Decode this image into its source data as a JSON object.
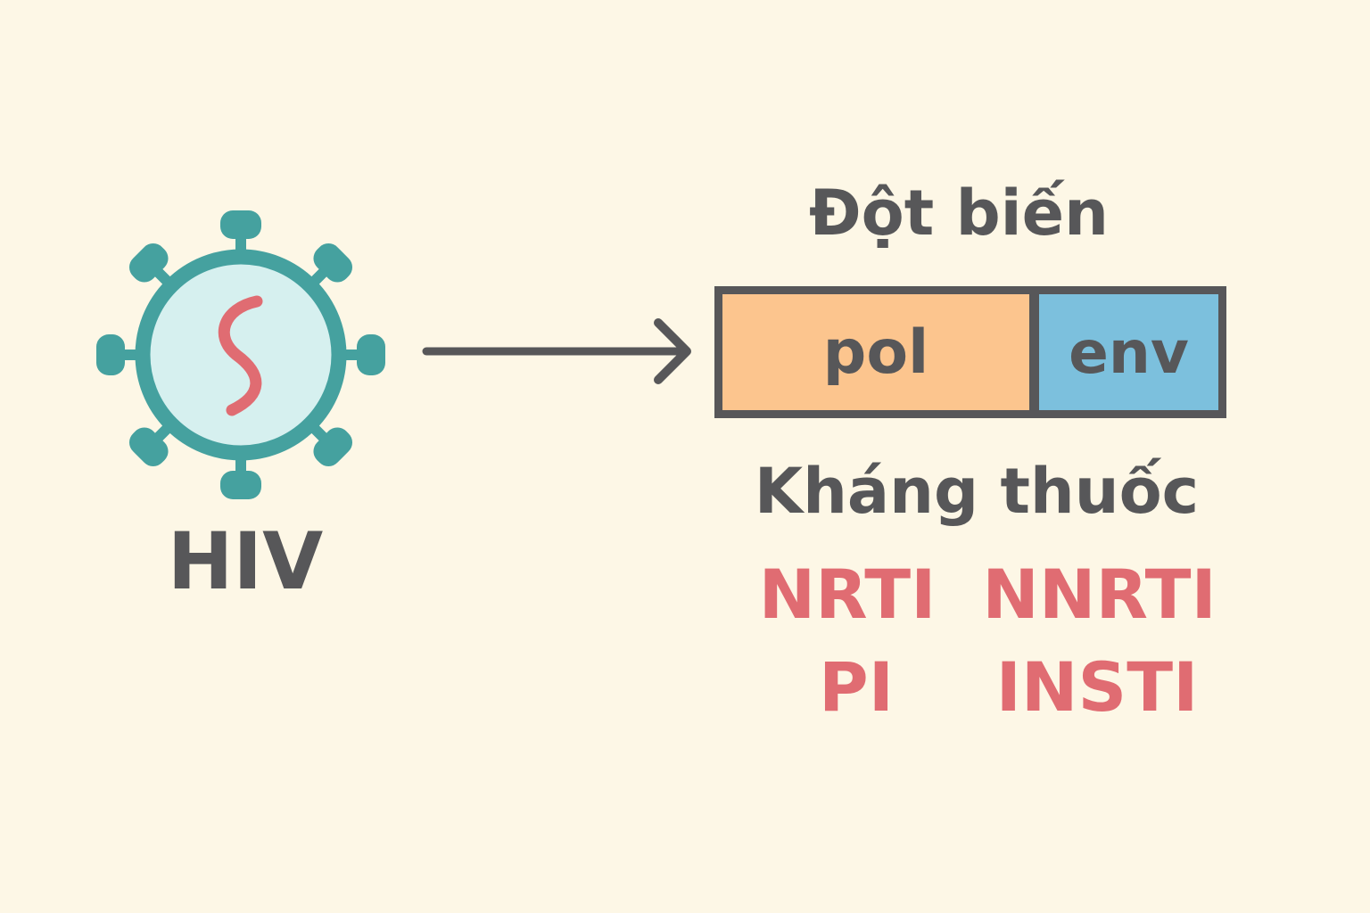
{
  "virus": {
    "label": "HIV",
    "icon": "virus-icon"
  },
  "genome": {
    "title": "Đột biến",
    "genes": {
      "pol": "pol",
      "env": "env"
    }
  },
  "resistance": {
    "title": "Kháng thuốc",
    "drugs": [
      "NRTI",
      "NNRTI",
      "PI",
      "INSTI"
    ]
  },
  "colors": {
    "background": "#fdf7e6",
    "virus_outline": "#45a19f",
    "virus_fill": "#d6f0ef",
    "rna": "#e06c72",
    "text": "#575759",
    "pol": "#fcc58e",
    "env": "#7cc0dd",
    "drug_text": "#e06c72"
  }
}
